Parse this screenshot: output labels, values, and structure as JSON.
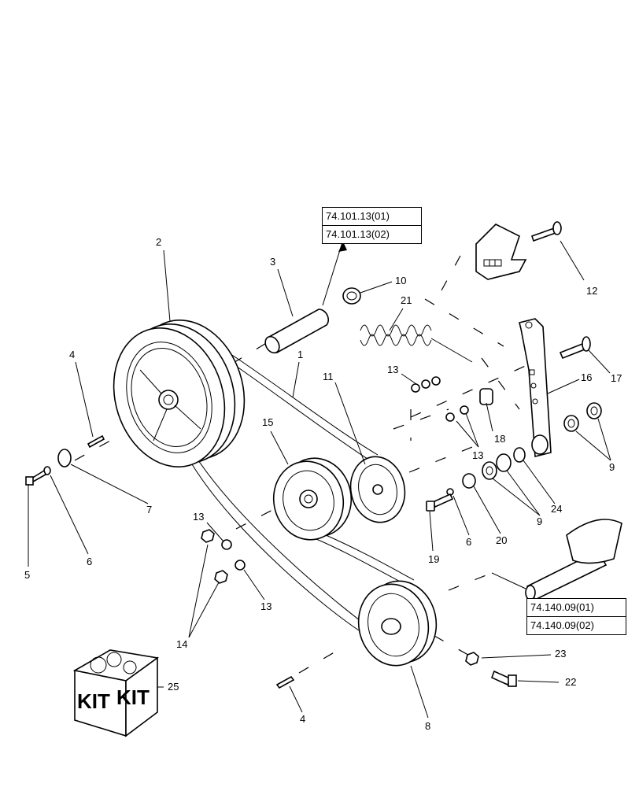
{
  "ref_boxes": {
    "top": [
      "74.101.13(01)",
      "74.101.13(02)"
    ],
    "bottom": [
      "74.140.09(01)",
      "74.140.09(02)"
    ]
  },
  "kit_label": "KIT",
  "callouts": [
    {
      "id": "c2",
      "text": "2"
    },
    {
      "id": "c3",
      "text": "3"
    },
    {
      "id": "c10",
      "text": "10"
    },
    {
      "id": "c21",
      "text": "21"
    },
    {
      "id": "c12",
      "text": "12"
    },
    {
      "id": "c17",
      "text": "17"
    },
    {
      "id": "c4a",
      "text": "4"
    },
    {
      "id": "c1",
      "text": "1"
    },
    {
      "id": "c13a",
      "text": "13"
    },
    {
      "id": "c11",
      "text": "11"
    },
    {
      "id": "c16",
      "text": "16"
    },
    {
      "id": "c15",
      "text": "15"
    },
    {
      "id": "c18",
      "text": "18"
    },
    {
      "id": "c13b",
      "text": "13"
    },
    {
      "id": "c9a",
      "text": "9"
    },
    {
      "id": "c7",
      "text": "7"
    },
    {
      "id": "c24",
      "text": "24"
    },
    {
      "id": "c9b",
      "text": "9"
    },
    {
      "id": "c5",
      "text": "5"
    },
    {
      "id": "c6a",
      "text": "6"
    },
    {
      "id": "c13c",
      "text": "13"
    },
    {
      "id": "c19",
      "text": "19"
    },
    {
      "id": "c6b",
      "text": "6"
    },
    {
      "id": "c20",
      "text": "20"
    },
    {
      "id": "c13d",
      "text": "13"
    },
    {
      "id": "c14",
      "text": "14"
    },
    {
      "id": "c23",
      "text": "23"
    },
    {
      "id": "c22",
      "text": "22"
    },
    {
      "id": "c25",
      "text": "25"
    },
    {
      "id": "c4b",
      "text": "4"
    },
    {
      "id": "c8",
      "text": "8"
    }
  ]
}
